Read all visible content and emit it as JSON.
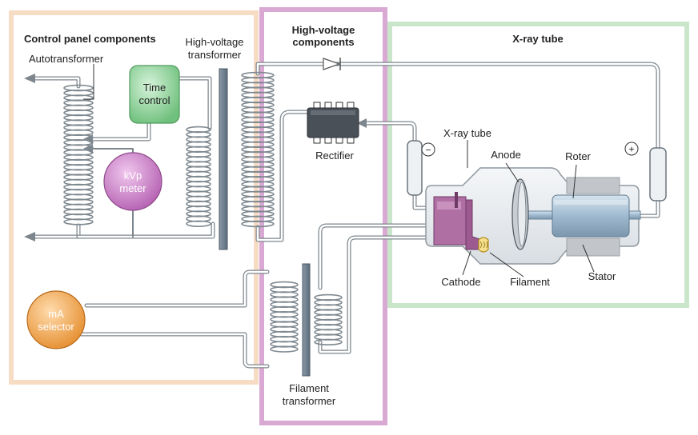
{
  "regions": {
    "control_panel": {
      "title": "Control panel components",
      "color": "#f7dcc4"
    },
    "high_voltage": {
      "title_line1": "High-voltage",
      "title_line2": "components",
      "color": "#d9a9d3"
    },
    "xray_tube_region": {
      "title": "X-ray tube",
      "color": "#c9e6cb"
    }
  },
  "labels": {
    "autotransformer": "Autotransformer",
    "hv_transformer_line1": "High-voltage",
    "hv_transformer_line2": "transformer",
    "time_control_line1": "Time",
    "time_control_line2": "control",
    "kvp_line1": "kVp",
    "kvp_line2": "meter",
    "ma_line1": "mA",
    "ma_line2": "selector",
    "rectifier": "Rectifier",
    "filament_transformer_line1": "Filament",
    "filament_transformer_line2": "transformer",
    "xray_tube": "X-ray tube",
    "anode": "Anode",
    "roter": "Roter",
    "stator": "Stator",
    "cathode": "Cathode",
    "filament": "Filament",
    "minus": "−",
    "plus": "+"
  },
  "colors": {
    "wire": "#9aa3aa",
    "coil": "#8c959c",
    "core": "#6f7f8e",
    "time_control": "#8fd19a",
    "kvp_meter": "#c77fc4",
    "ma_selector": "#f0a64f",
    "tube_glass": "#e4e8ec",
    "cathode": "#b06fa3",
    "rotor": "#a9c2d6",
    "stator": "#bfc3c7"
  }
}
